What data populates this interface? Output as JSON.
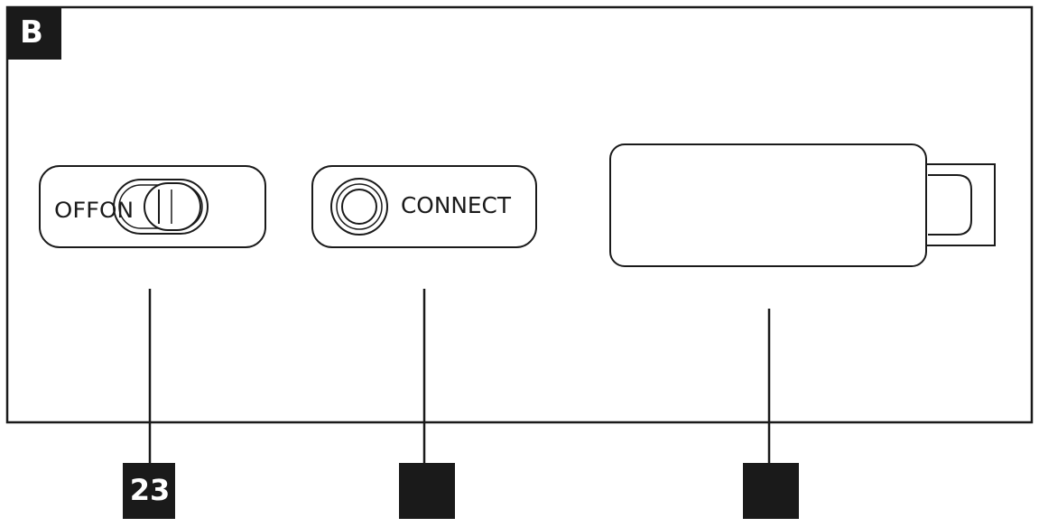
{
  "panel": {
    "label": "B"
  },
  "switch": {
    "off_label": "OFF",
    "on_label": "ON"
  },
  "connect_button": {
    "label": "CONNECT"
  },
  "callouts": [
    {
      "number": "23"
    },
    {
      "number": ""
    },
    {
      "number": ""
    }
  ],
  "colors": {
    "ink": "#1a1a1a",
    "paper": "#ffffff"
  }
}
